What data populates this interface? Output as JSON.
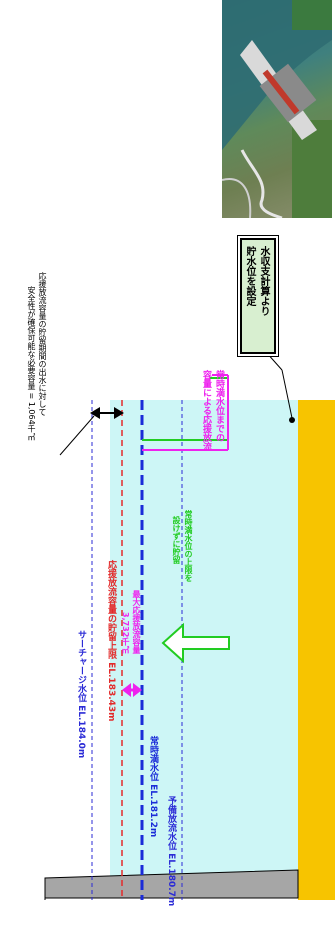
{
  "photo": {
    "label": "dam-aerial-photo"
  },
  "top_note": {
    "line1": "応援放流容量の貯留期間の出水に対して",
    "line2": "安全性が確保可能な必要容量 = 1,064千㎥"
  },
  "note_box": {
    "line1": "水収支計算より",
    "line2": "貯水位を設定"
  },
  "levels": {
    "surcharge": "サーチャージ水位 EL.184.0m",
    "upper_limit": "応援放流容量の貯留上限 EL.183.43m",
    "normal": "常時満水位 EL.181.2m",
    "standby": "予備放流水位 EL.180.7m"
  },
  "capacity": {
    "line1": "最大応援放流容量",
    "line2": "3,732千㎥"
  },
  "green_note": {
    "line1": "常時満水位の上限を",
    "line2": "設けずに貯留"
  },
  "magenta_note": {
    "line1": "常時満水位までの",
    "line2": "容量による応援放流"
  },
  "colors": {
    "surcharge_line": "#2b2bd6",
    "upper_limit_line": "#e32a2a",
    "normal_line": "#1a2bd8",
    "standby_line": "#2b2bd6",
    "water": "#cdf6f6",
    "ground": "#f7c400",
    "green": "#22cc22",
    "magenta": "#ee22ee",
    "dam": "#a6a6a6"
  }
}
